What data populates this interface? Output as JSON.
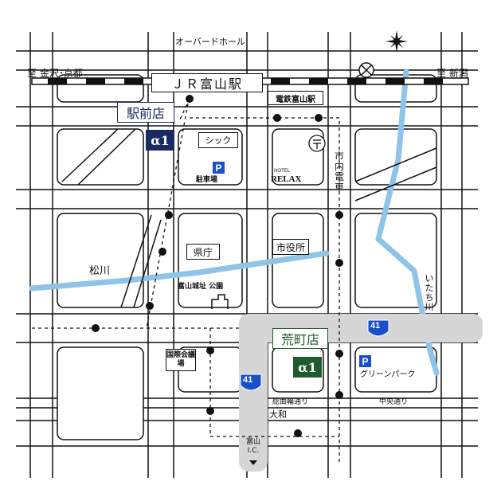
{
  "labels": {
    "opera_hall": "オーバードホール",
    "to_kanazawa": "至 金沢･京都",
    "to_niigata": "至 新潟",
    "jr_station": "ＪＲ富山駅",
    "dentetsu_station": "電鉄富山駅",
    "ekimae_store": "駅前店",
    "shikku": "シック",
    "parking_ekimae": "駐車場",
    "hotel_relax": "RELAX",
    "hotel_small": "HOTEL",
    "shinai_densha": "市内電車",
    "matsukawa": "松川",
    "kencho": "県庁",
    "shiyakusho": "市役所",
    "toyama_castle": "富山城址 公園",
    "itachi_river": "いたち川",
    "aramachi_store": "荒町店",
    "kokusai_kaigijo": "国際会議場",
    "green_park": "グリーンパーク",
    "sokyokuwa_dori": "総曲輪通り",
    "chuo_dori": "中央通り",
    "yamato": "大和",
    "toyama_ic": "富山 I.C.",
    "parking_mark": "P",
    "route_number": "41",
    "logo_text": "α1"
  },
  "colors": {
    "road_outline": "#111111",
    "river": "#8fc4e8",
    "highway": "#d6d6d6",
    "route_shield": "#1b4fc9",
    "store_navy": "#1a2a63",
    "store_green": "#1f5b2c",
    "parking_blue": "#1b4fc9"
  },
  "icons": [
    "compass-rose-icon",
    "police-box-icon",
    "post-office-icon",
    "castle-ruins-icon",
    "parking-icon",
    "route-41-shield-icon",
    "store-logo-icon"
  ]
}
